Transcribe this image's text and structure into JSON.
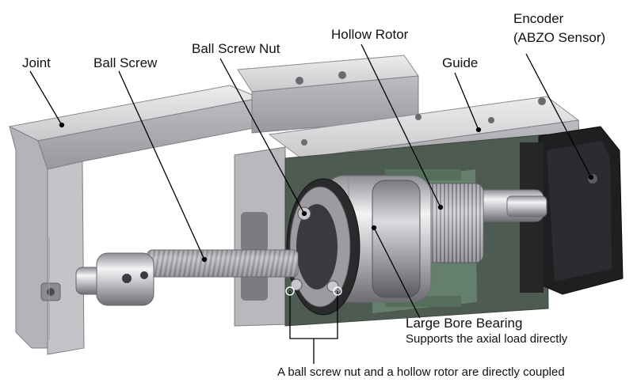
{
  "labels": {
    "joint": "Joint",
    "ball_screw": "Ball Screw",
    "ball_screw_nut": "Ball Screw Nut",
    "hollow_rotor": "Hollow Rotor",
    "encoder_line1": "Encoder",
    "encoder_line2": "(ABZO Sensor)",
    "guide": "Guide",
    "large_bore_bearing": "Large Bore Bearing",
    "bearing_note": "Supports the axial load directly",
    "coupling_note": "A ball screw nut and a hollow rotor are directly coupled"
  },
  "colors": {
    "metal_light": "#d4d4d6",
    "metal_mid": "#a9a9ad",
    "metal_dark": "#6f6f74",
    "stator_green": "#5f7766",
    "motor_black": "#1c1c1e",
    "leader": "#000000"
  }
}
